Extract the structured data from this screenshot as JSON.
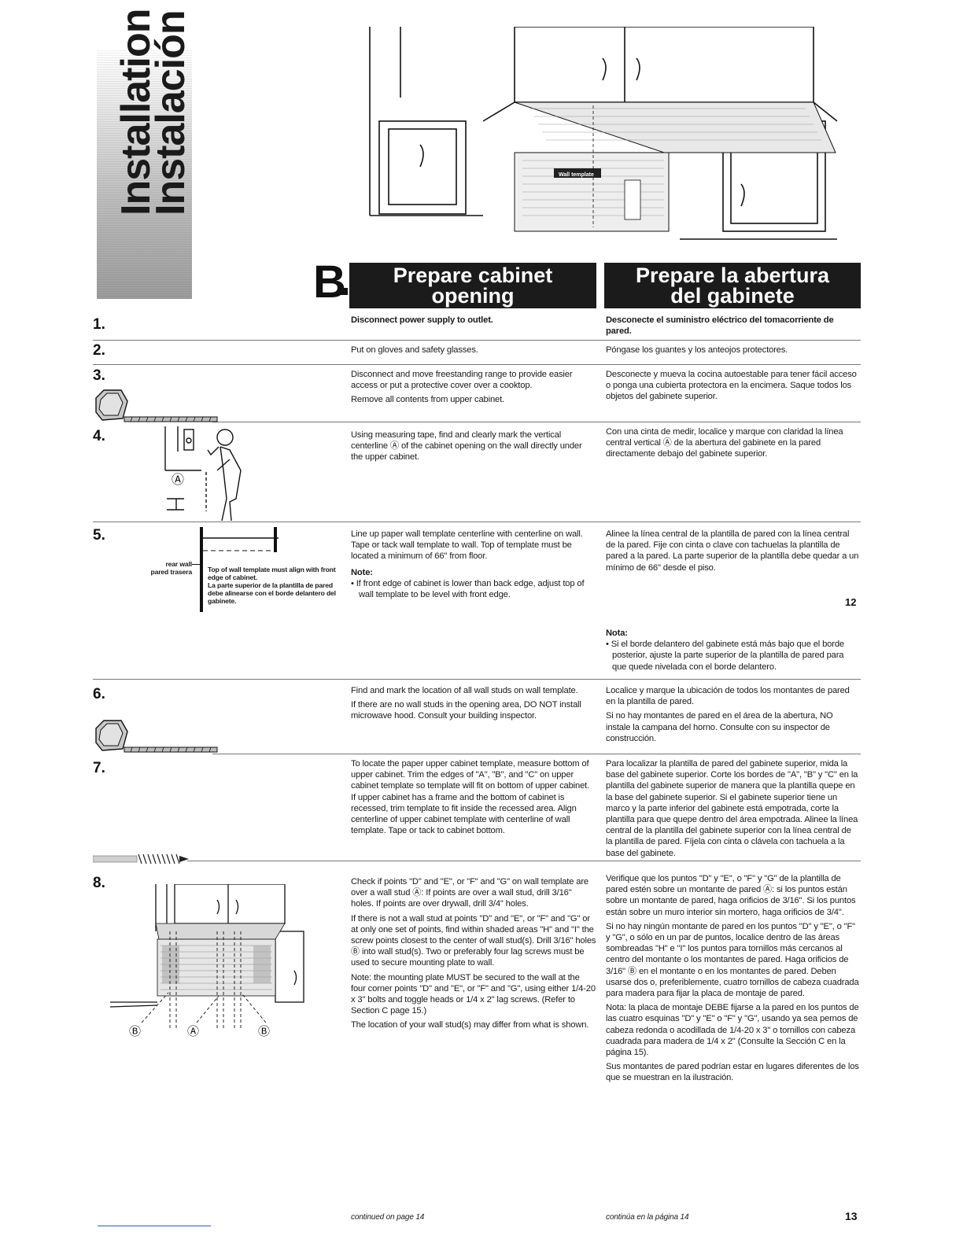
{
  "side_tab": {
    "word_en": "Installation",
    "word_es": "Instalación"
  },
  "section": {
    "letter": "B",
    "title_en_1": "Prepare cabinet",
    "title_en_2": "opening",
    "title_es_1": "Prepare la abertura",
    "title_es_2": "del gabinete"
  },
  "steps": [
    {
      "num": "1.",
      "en": [
        "Disconnect power supply to outlet."
      ],
      "es": [
        "Desconecte el suministro eléctrico del tomacorriente de pared."
      ]
    },
    {
      "num": "2.",
      "en": [
        "Put on gloves and safety glasses."
      ],
      "es": [
        "Póngase los guantes y los anteojos protectores."
      ]
    },
    {
      "num": "3.",
      "en": [
        "Disconnect and move freestanding range to provide easier access or put a protective cover over a cooktop.",
        "Remove all contents from upper cabinet."
      ],
      "es": [
        "Desconecte y mueva la cocina autoestable para tener fácil acceso o ponga una cubierta protectora en la encimera. Saque todos los objetos del gabinete superior."
      ]
    },
    {
      "num": "4.",
      "en": [
        "Using measuring tape, find and clearly mark the vertical centerline Ⓐ of the cabinet opening on the wall directly under the upper cabinet."
      ],
      "es": [
        "Con una cinta de medir, localice y marque con claridad la línea central vertical Ⓐ de la abertura del gabinete en la pared directamente debajo del gabinete superior."
      ]
    },
    {
      "num": "5.",
      "en": [
        "Line up paper wall template centerline with centerline on wall. Tape or tack wall template to wall. Top of template must be located a minimum of 66\" from floor."
      ],
      "note_en_title": "Note:",
      "note_en": "• If front edge of cabinet is lower than back edge, adjust top of wall template to be level with front edge.",
      "es": [
        "Alinee la línea central de la plantilla de pared con la línea central de la pared. Fije con cinta o clave con tachuelas la plantilla de pared a la pared. La parte superior de la plantilla debe quedar a un mínimo de 66\" desde el piso."
      ],
      "note_es_title": "Nota:",
      "note_es": "• Si el borde delantero del gabinete está más bajo que el borde posterior, ajuste la parte superior de la plantilla de pared para que quede nivelada con el borde delantero."
    },
    {
      "num": "6.",
      "en": [
        "Find and mark the location of all wall studs on wall template.",
        "If there are no wall studs in the opening area, DO NOT install microwave hood. Consult your building inspector."
      ],
      "es": [
        "Localice y marque la ubicación de todos los montantes de pared en la plantilla de pared.",
        "Si no hay montantes de pared en el área de la abertura, NO instale la campana del horno. Consulte con su inspector de construcción."
      ]
    },
    {
      "num": "7.",
      "en": [
        "To locate the paper upper cabinet template, measure bottom of upper cabinet. Trim the edges of \"A\", \"B\", and \"C\" on upper cabinet template so template will fit on bottom of upper cabinet. If upper cabinet has a frame and the bottom of cabinet is recessed, trim template to fit inside the recessed area. Align centerline of upper cabinet template with centerline of wall template. Tape or tack to cabinet bottom."
      ],
      "es": [
        "Para localizar la plantilla de pared del gabinete superior, mida la base del gabinete superior. Corte los bordes de \"A\", \"B\" y \"C\" en la plantilla del gabinete superior de manera que la plantilla quepe en la base del gabinete superior. Si el gabinete superior tiene un marco y la parte inferior del gabinete está empotrada, corte la plantilla para que quepe dentro del área empotrada. Alinee la línea central de la plantilla del gabinete superior con la línea central de la plantilla de pared. Fíjela con cinta o clávela con tachuela a la base del gabinete."
      ]
    },
    {
      "num": "8.",
      "en": [
        "Check if points \"D\" and \"E\", or \"F\" and \"G\" on wall template are over a wall stud Ⓐ: If points are over a wall stud, drill 3/16\" holes. If points are over drywall, drill 3/4\" holes.",
        "If there is not a wall stud at points \"D\" and \"E\", or \"F\" and \"G\" or at only one set of points, find within shaded areas \"H\" and \"I\" the screw points closest to the center of wall stud(s). Drill 3/16\" holes Ⓑ into wall stud(s). Two or preferably four lag screws must be used to secure mounting plate to wall.",
        "Note: the mounting plate MUST be secured to the wall at the four corner points \"D\" and \"E\", or \"F\" and \"G\", using either 1/4-20 x 3\" bolts and toggle heads or 1/4 x 2\" lag screws. (Refer to Section C page 15.)",
        "The location of your wall stud(s) may differ from what is shown."
      ],
      "es": [
        "Verifique que los puntos \"D\" y \"E\", o \"F\" y \"G\" de la plantilla de pared estén sobre un montante de pared Ⓐ: si los puntos están sobre un montante de pared, haga orificios de 3/16\". Si los puntos están sobre un muro interior sin mortero, haga orificios de 3/4\".",
        "Si no hay ningún montante de pared en los puntos \"D\" y \"E\", o \"F\" y \"G\", o sólo en un par de puntos, localice dentro de las áreas sombreadas \"H\" e \"I\" los puntos para tornillos más cercanos al centro del montante o los montantes de pared. Haga orificios de 3/16\" Ⓑ en el montante o en los montantes de pared. Deben usarse dos o, preferiblemente, cuatro tornillos de cabeza cuadrada para madera para fijar la placa de montaje de pared.",
        "Nota: la placa de montaje DEBE fijarse a la pared en los puntos de las cuatro esquinas \"D\" y \"E\" o \"F\" y \"G\", usando ya sea pernos de cabeza redonda o acodillada de 1/4-20 x 3\" o tornillos con cabeza cuadrada para madera de 1/4 x 2\" (Consulte la Sección C en la página 15).",
        "Sus montantes de pared podrían estar en lugares diferentes de los que se muestran en la ilustración."
      ]
    }
  ],
  "diagram_labels": {
    "wall_template": "Wall template",
    "marker_a": "Ⓐ",
    "marker_b": "Ⓑ",
    "rear_wall_en": "rear wall",
    "rear_wall_es": "pared trasera",
    "align_en": "Top of wall template must align with front edge of cabinet.",
    "align_es": "La parte superior de la plantilla de pared debe alinearse con el borde delantero del gabinete."
  },
  "inline_page_num": "12",
  "footer": {
    "continued_en": "continued on page 14",
    "continued_es": "continúa en la página 14",
    "page_num": "13"
  }
}
